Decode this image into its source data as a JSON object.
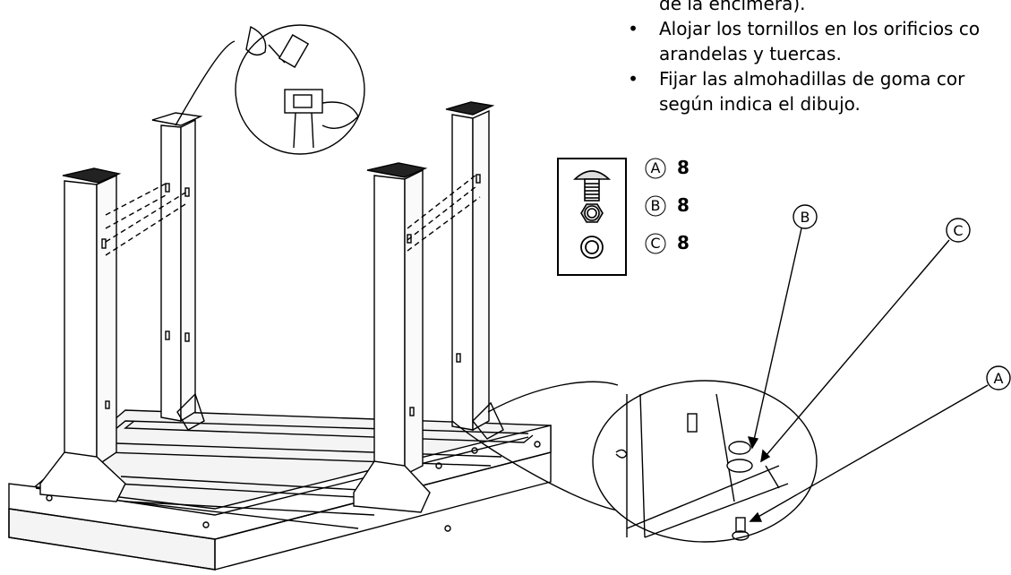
{
  "instructions": {
    "items": [
      {
        "lines": [
          "de la encimera)."
        ],
        "has_bullet": false
      },
      {
        "lines": [
          "Alojar los tornillos en los orificios co",
          "arandelas y tuercas."
        ],
        "has_bullet": true
      },
      {
        "lines": [
          "Fijar las almohadillas de goma cor",
          "según indica el dibujo."
        ],
        "has_bullet": true
      }
    ],
    "bullet_char": "•"
  },
  "parts": [
    {
      "letter": "A",
      "name": "carriage-bolt",
      "qty": "8"
    },
    {
      "letter": "B",
      "name": "hex-nut",
      "qty": "8"
    },
    {
      "letter": "C",
      "name": "washer",
      "qty": "8"
    }
  ],
  "callouts": {
    "b": "B",
    "c": "C",
    "a": "A"
  }
}
